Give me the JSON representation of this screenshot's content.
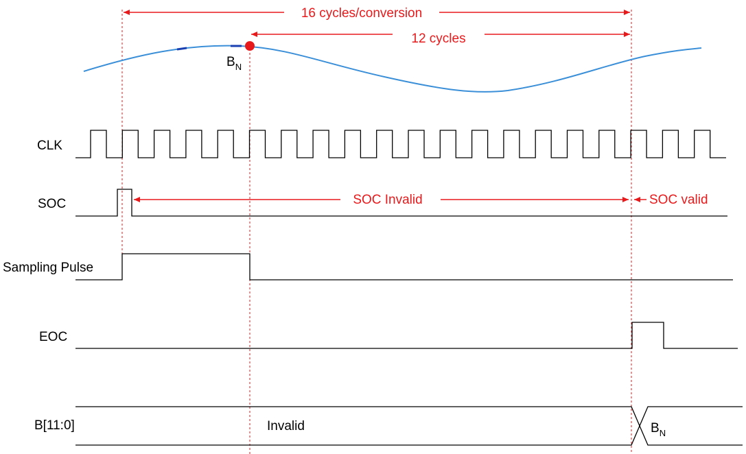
{
  "colors": {
    "annotation": "#e8191b",
    "signal": "#000000",
    "waveform": "#3a8fd8",
    "waveform_dark": "#1a3fb0",
    "sample_point": "#e8191b"
  },
  "annotations": {
    "cycles_per_conversion": "16 cycles/conversion",
    "twelve_cycles": "12 cycles",
    "soc_invalid": "SOC Invalid",
    "soc_valid": "SOC valid"
  },
  "waveform": {
    "sample_label_main": "B",
    "sample_label_sub": "N"
  },
  "signals": {
    "clk": "CLK",
    "soc": "SOC",
    "sampling_pulse": "Sampling Pulse",
    "eoc": "EOC",
    "bus": "B[11:0]"
  },
  "bus_values": {
    "invalid": "Invalid",
    "valid_main": "B",
    "valid_sub": "N"
  }
}
